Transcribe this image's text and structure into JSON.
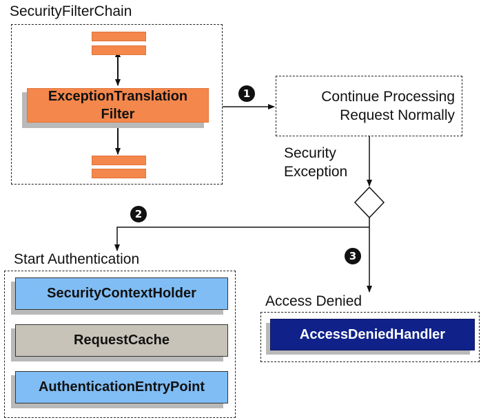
{
  "filter_chain": {
    "title": "SecurityFilterChain",
    "filter_label": "ExceptionTranslation\nFilter"
  },
  "continue_box": {
    "label": "Continue Processing\nRequest Normally"
  },
  "security_exception_label": "Security\nException",
  "badges": [
    "1",
    "2",
    "3"
  ],
  "start_authentication": {
    "title": "Start Authentication",
    "items": [
      "SecurityContextHolder",
      "RequestCache",
      "AuthenticationEntryPoint"
    ]
  },
  "access_denied": {
    "title": "Access Denied",
    "handler": "AccessDeniedHandler"
  },
  "colors": {
    "filter_orange": "#f4874b",
    "blue_box": "#80bdf5",
    "gray_box": "#c8c3b9",
    "navy_box": "#10228a"
  }
}
